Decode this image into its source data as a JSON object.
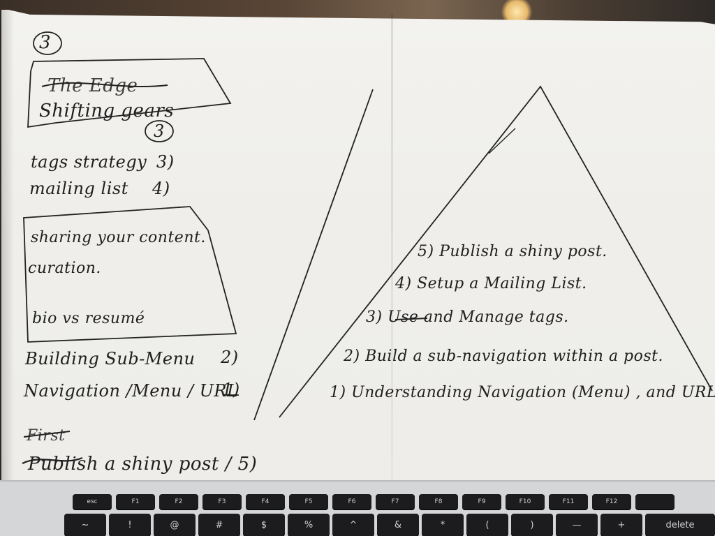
{
  "notes_left": {
    "number_top": "3",
    "edge_title": "The Edge",
    "shifting_gears": "Shifting gears",
    "circle_three": "3",
    "tags_strategy": "tags strategy",
    "tags_num": "3)",
    "mailing_list": "mailing list",
    "mailing_num": "4)",
    "sharing": "sharing your content.",
    "curation": "curation.",
    "bio": "bio  vs  resumé",
    "building": "Building  Sub-Menu",
    "building_num": "2)",
    "navigation": "Navigation /Menu / URL",
    "navigation_num": "1)",
    "first_struck": "First",
    "publish": "Publish a shiny post / 5)"
  },
  "pyramid": {
    "step5": "5)  Publish  a  shiny  post.",
    "step4": "4)  Setup  a  Mailing  List.",
    "step3": "3)  Use  and  Manage  tags.",
    "step2": "2)  Build  a  sub-navigation  within  a  post.",
    "step1": "1)   Understanding    Navigation (Menu) ,  and  URL"
  },
  "keyboard": {
    "fn_row": [
      "esc",
      "F1",
      "F2",
      "F3",
      "F4",
      "F5",
      "F6",
      "F7",
      "F8",
      "F9",
      "F10",
      "F11",
      "F12",
      ""
    ],
    "num_row": [
      "~",
      "!",
      "@",
      "#",
      "$",
      "%",
      "^",
      "&",
      "*",
      "(",
      ")",
      "—",
      "+",
      "delete"
    ]
  },
  "colors": {
    "paper": "#efeeea",
    "ink": "#1f1f1f",
    "key": "#1c1c1e"
  }
}
